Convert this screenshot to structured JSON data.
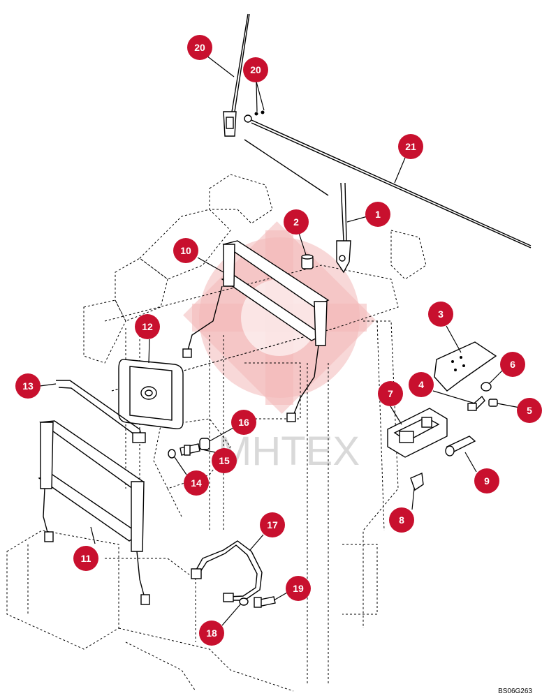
{
  "drawing_code": "BS06G263",
  "watermark": "MHTEX",
  "callouts": [
    {
      "label": "20"
    },
    {
      "label": "20"
    },
    {
      "label": "21"
    },
    {
      "label": "1"
    },
    {
      "label": "2"
    },
    {
      "label": "10"
    },
    {
      "label": "3"
    },
    {
      "label": "12"
    },
    {
      "label": "6"
    },
    {
      "label": "4"
    },
    {
      "label": "7"
    },
    {
      "label": "5"
    },
    {
      "label": "13"
    },
    {
      "label": "16"
    },
    {
      "label": "15"
    },
    {
      "label": "14"
    },
    {
      "label": "9"
    },
    {
      "label": "8"
    },
    {
      "label": "17"
    },
    {
      "label": "11"
    },
    {
      "label": "19"
    },
    {
      "label": "18"
    }
  ]
}
